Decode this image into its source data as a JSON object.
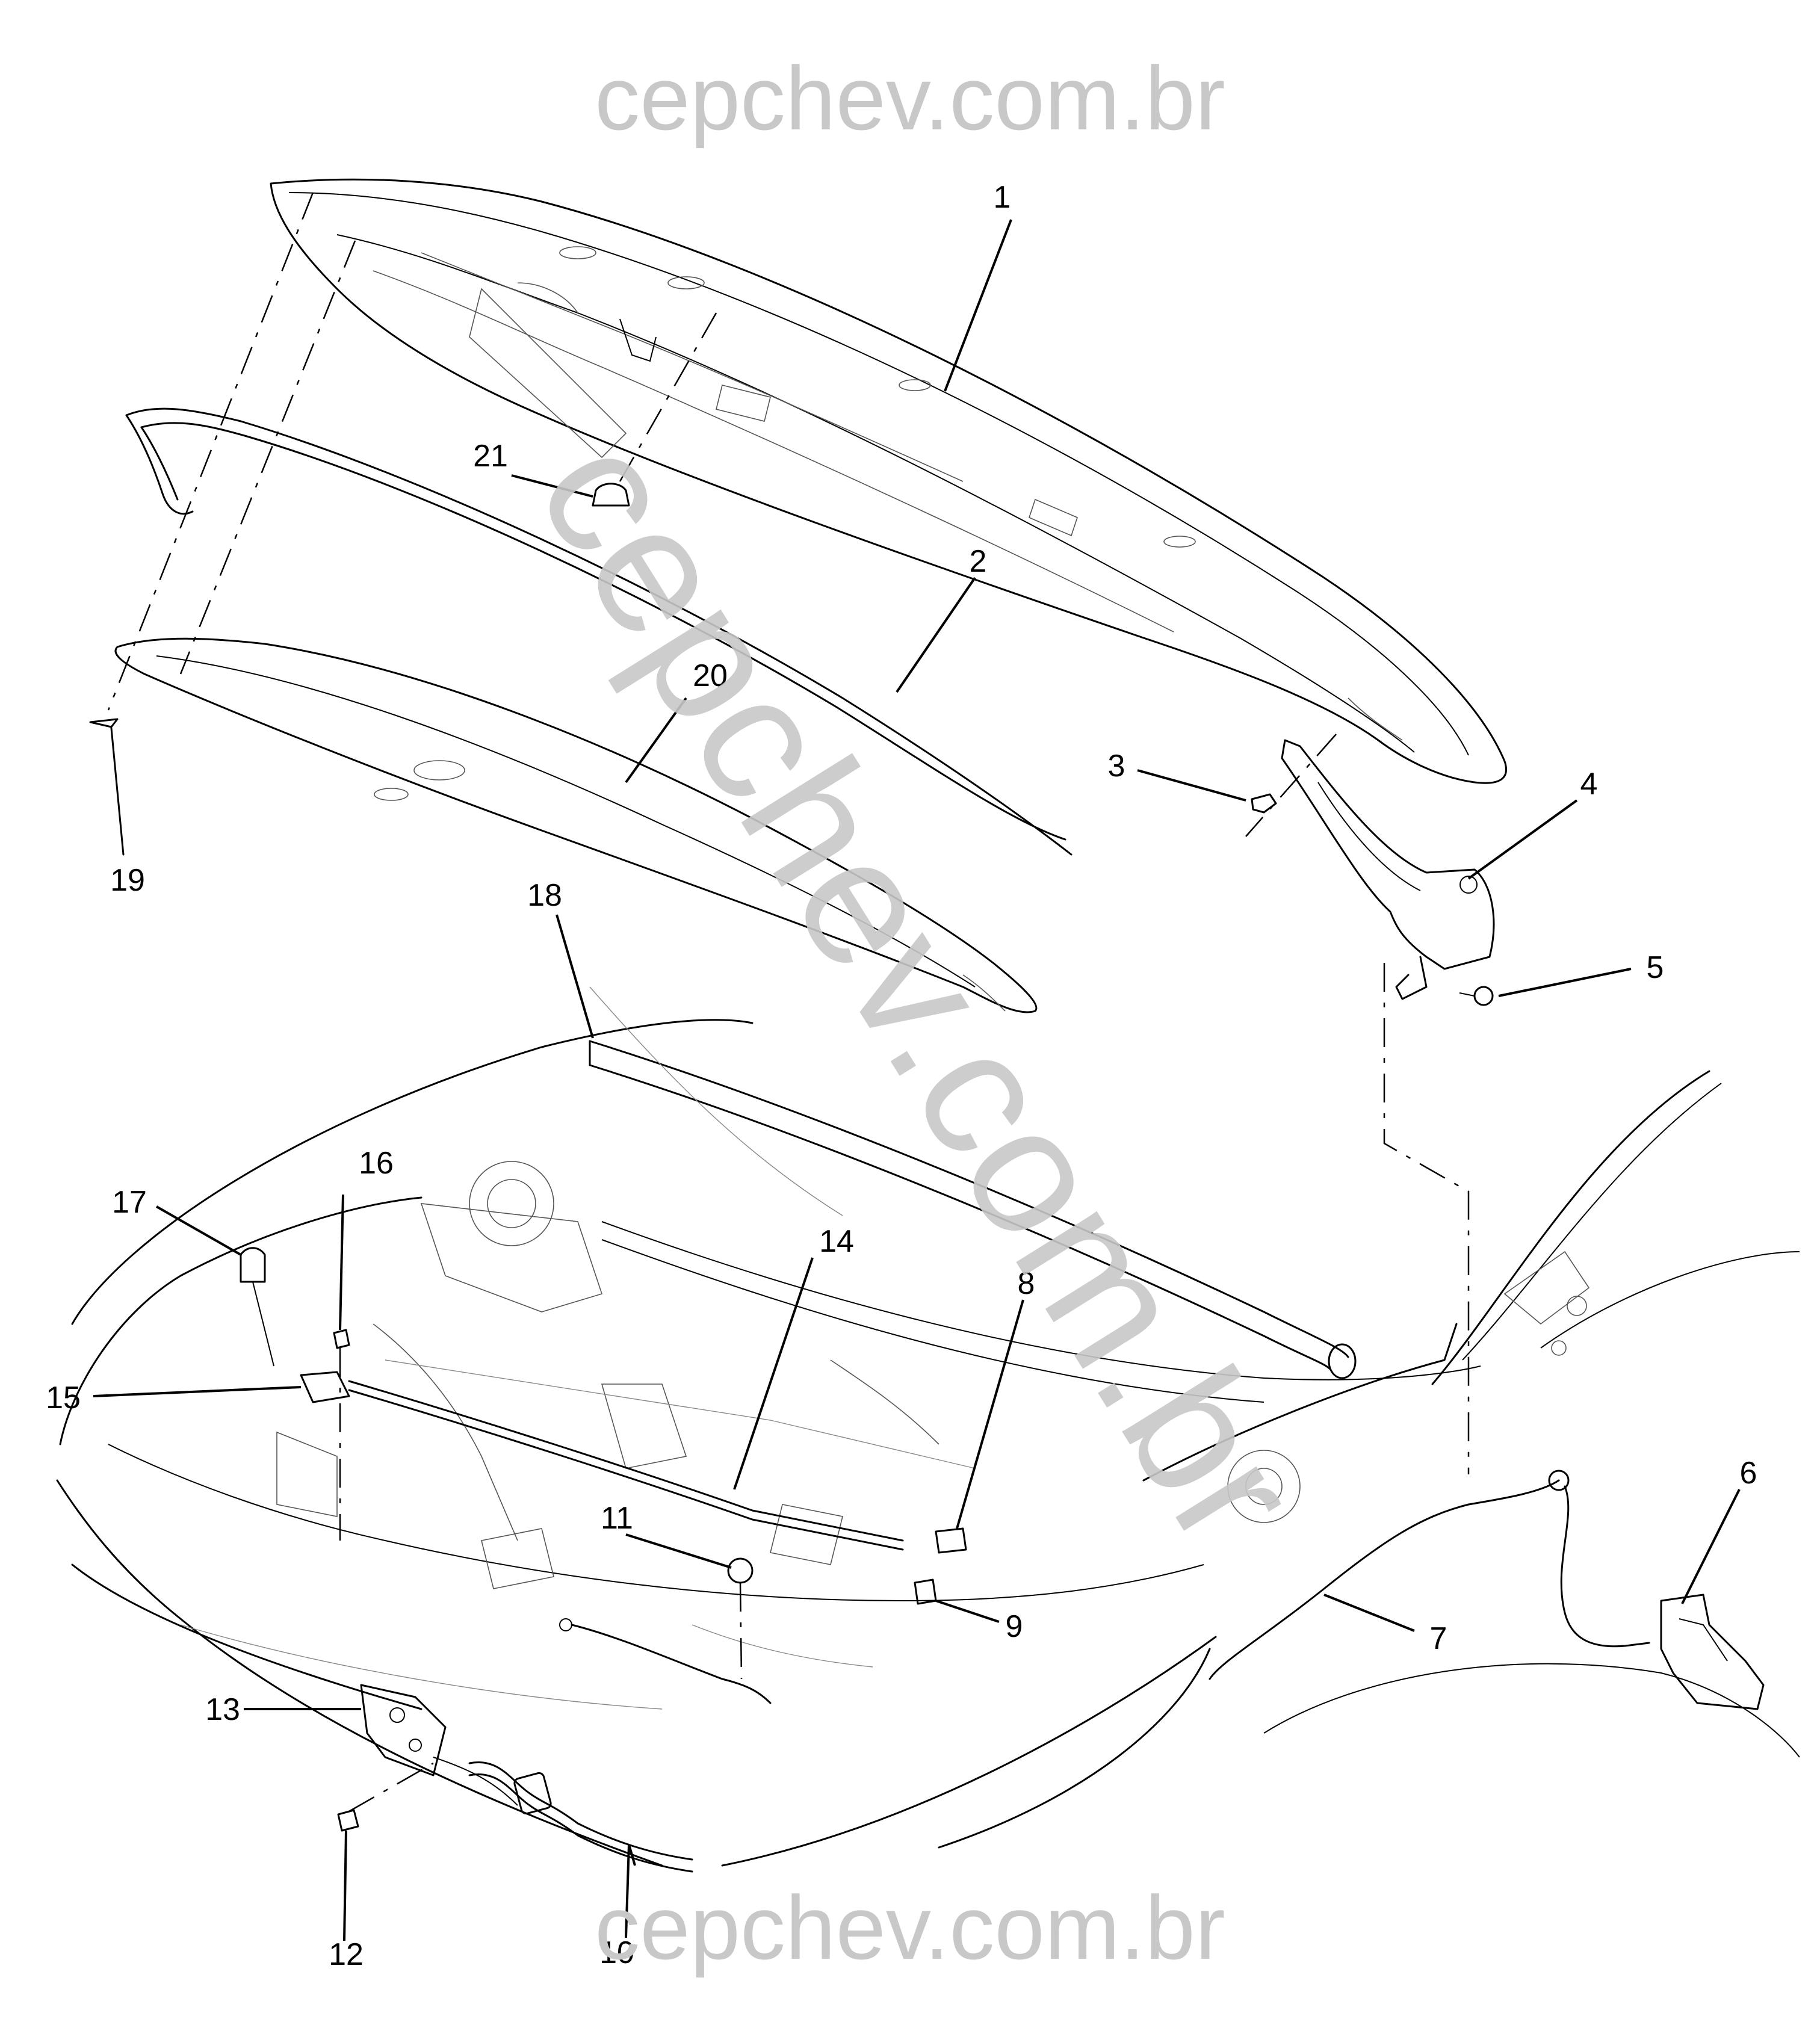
{
  "watermark": {
    "top": "cepchev.com.br",
    "bottom": "cepchev.com.br",
    "diagonal": "cepchev.com.br",
    "color": "#c8c8c8"
  },
  "callouts": [
    {
      "id": "1",
      "label": "1"
    },
    {
      "id": "2",
      "label": "2"
    },
    {
      "id": "3",
      "label": "3"
    },
    {
      "id": "4",
      "label": "4"
    },
    {
      "id": "5",
      "label": "5"
    },
    {
      "id": "6",
      "label": "6"
    },
    {
      "id": "7",
      "label": "7"
    },
    {
      "id": "8",
      "label": "8"
    },
    {
      "id": "9",
      "label": "9"
    },
    {
      "id": "10",
      "label": "10"
    },
    {
      "id": "11",
      "label": "11"
    },
    {
      "id": "12",
      "label": "12"
    },
    {
      "id": "13",
      "label": "13"
    },
    {
      "id": "14",
      "label": "14"
    },
    {
      "id": "15",
      "label": "15"
    },
    {
      "id": "16",
      "label": "16"
    },
    {
      "id": "17",
      "label": "17"
    },
    {
      "id": "18",
      "label": "18"
    },
    {
      "id": "19",
      "label": "19"
    },
    {
      "id": "20",
      "label": "20"
    },
    {
      "id": "21",
      "label": "21"
    }
  ]
}
